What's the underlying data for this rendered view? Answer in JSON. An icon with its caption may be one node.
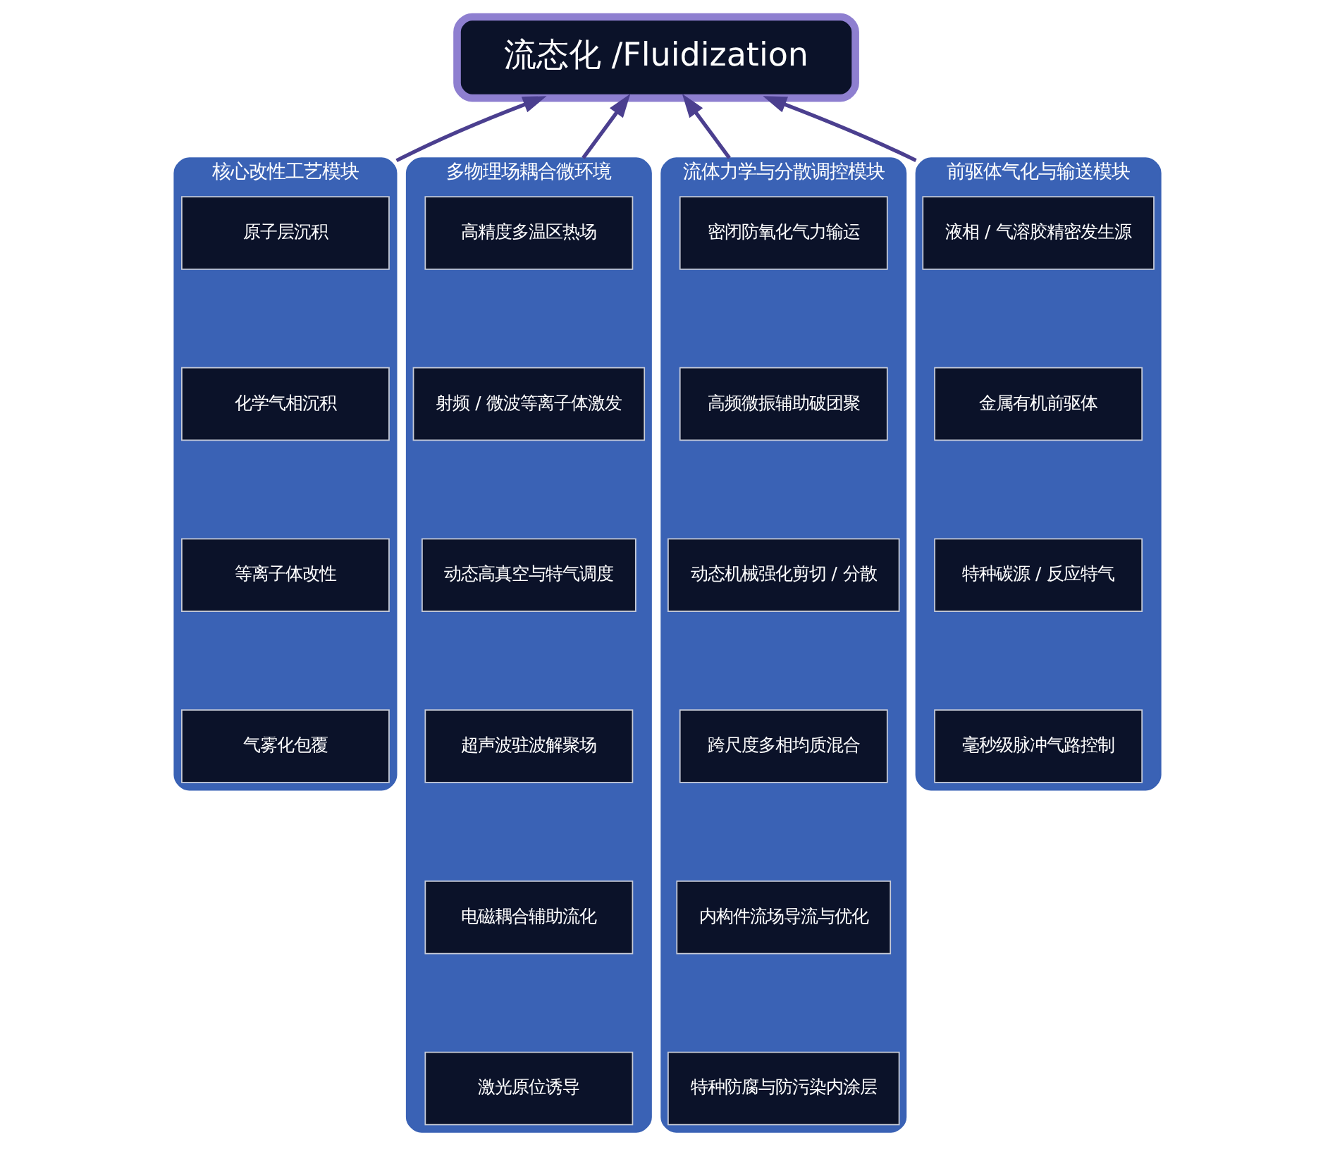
{
  "diagram": {
    "nodes": [
      {
        "text": [
          "流态化 /Fluidization"
        ]
      },
      {
        "text": [
          "核心改性工艺模块"
        ]
      },
      {
        "text": [
          "原子层沉积"
        ],
        "in": 1
      },
      {
        "text": [
          "化学气相沉积"
        ],
        "in": 1
      },
      {
        "text": [
          "等离子体改性"
        ],
        "in": 1
      },
      {
        "text": [
          "气雾化包覆"
        ],
        "in": 1
      },
      {
        "text": [
          "多物理场耦合微环境"
        ]
      },
      {
        "text": [
          "高精度多温区热场"
        ],
        "in": 6
      },
      {
        "text": [
          "射频 / 微波等离子体激发"
        ],
        "in": 6
      },
      {
        "text": [
          "动态高真空与特气调度"
        ],
        "in": 6
      },
      {
        "text": [
          "超声波驻波解聚场"
        ],
        "in": 6
      },
      {
        "text": [
          "电磁耦合辅助流化"
        ],
        "in": 6
      },
      {
        "text": [
          "激光原位诱导"
        ],
        "in": 6
      },
      {
        "text": [
          "流体力学与分散调控模块"
        ]
      },
      {
        "text": [
          "密闭防氧化气力输运"
        ],
        "in": 13
      },
      {
        "text": [
          "高频微振辅助破团聚"
        ],
        "in": 13
      },
      {
        "text": [
          "动态机械强化剪切 / 分散"
        ],
        "in": 13
      },
      {
        "text": [
          "跨尺度多相均质混合"
        ],
        "in": 13
      },
      {
        "text": [
          "内构件流场导流与优化"
        ],
        "in": 13
      },
      {
        "text": [
          "特种防腐与防污染内涂层"
        ],
        "in": 13
      },
      {
        "text": [
          "前驱体气化与输送模块"
        ]
      },
      {
        "text": [
          "液相 / 气溶胶精密发生源"
        ],
        "in": 20
      },
      {
        "text": [
          "金属有机前驱体"
        ],
        "in": 20
      },
      {
        "text": [
          "特种碳源 / 反应特气"
        ],
        "in": 20
      },
      {
        "text": [
          "毫秒级脉冲气路控制"
        ],
        "in": 20
      }
    ],
    "edges": [
      {
        "from": 1,
        "to": 0,
        "arrow": "to"
      },
      {
        "from": 6,
        "to": 0,
        "arrow": "to"
      },
      {
        "from": 13,
        "to": 0,
        "arrow": "to"
      },
      {
        "from": 20,
        "to": 0,
        "arrow": "to"
      }
    ]
  }
}
